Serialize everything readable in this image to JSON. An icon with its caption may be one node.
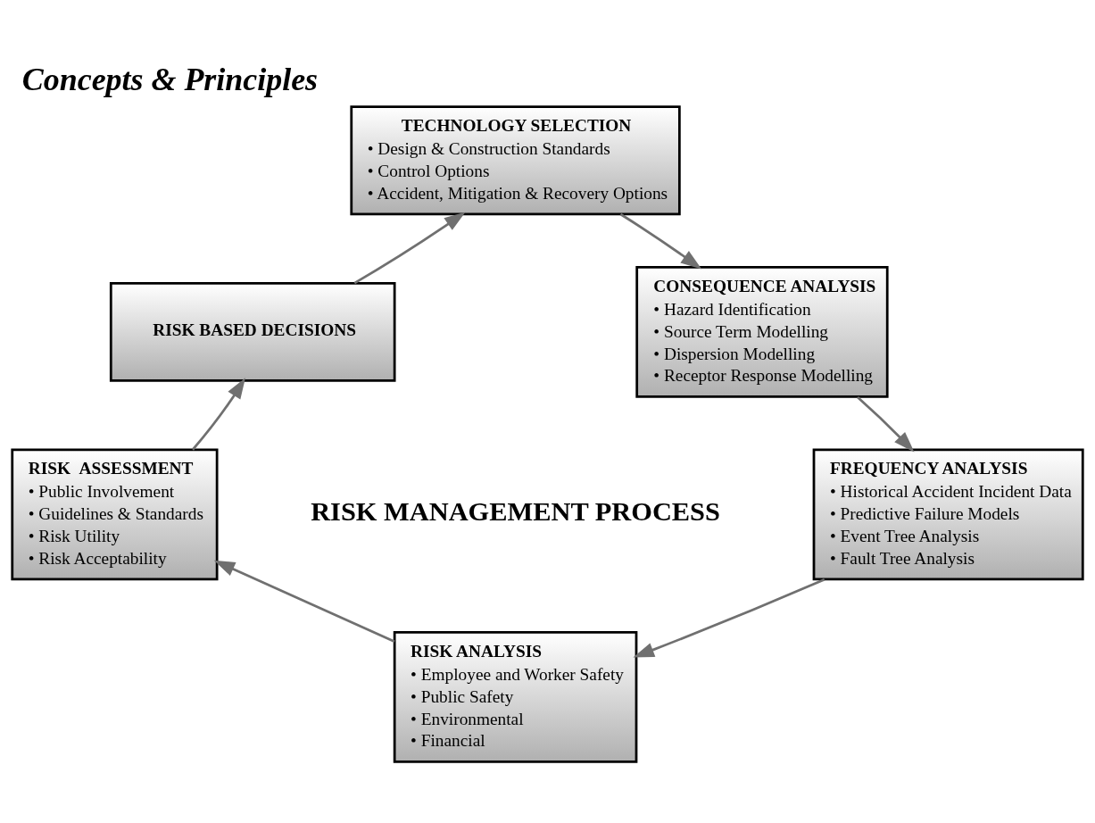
{
  "diagram": {
    "title": "Concepts & Principles",
    "nodes": [
      {
        "text": [
          "TECHNOLOGY SELECTION",
          "• Design & Construction Standards",
          "• Control Options",
          "• Accident, Mitigation & Recovery Options"
        ]
      },
      {
        "text": [
          "CONSEQUENCE ANALYSIS",
          "• Hazard Identification",
          "• Source Term Modelling",
          "• Dispersion Modelling",
          "• Receptor Response Modelling"
        ]
      },
      {
        "text": [
          "FREQUENCY ANALYSIS",
          "• Historical Accident Incident Data",
          "• Predictive Failure Models",
          "• Event Tree Analysis",
          "• Fault Tree Analysis"
        ]
      },
      {
        "text": [
          "RISK ANALYSIS",
          "• Employee and Worker Safety",
          "• Public Safety",
          "• Environmental",
          "• Financial"
        ]
      },
      {
        "text": [
          "RISK  ASSESSMENT",
          "• Public Involvement",
          "• Guidelines & Standards",
          "• Risk Utility",
          "• Risk Acceptability"
        ]
      },
      {
        "text": [
          "RISK BASED DECISIONS"
        ]
      }
    ],
    "edges": [
      {
        "from": 5,
        "to": 0,
        "arrow": "to"
      },
      {
        "from": 0,
        "to": 1,
        "arrow": "to"
      },
      {
        "from": 1,
        "to": 2,
        "arrow": "to"
      },
      {
        "from": 2,
        "to": 3,
        "arrow": "to"
      },
      {
        "from": 3,
        "to": 4,
        "arrow": "to"
      },
      {
        "from": 4,
        "to": 5,
        "arrow": "to"
      }
    ],
    "labels": [
      "RISK MANAGEMENT PROCESS"
    ]
  }
}
